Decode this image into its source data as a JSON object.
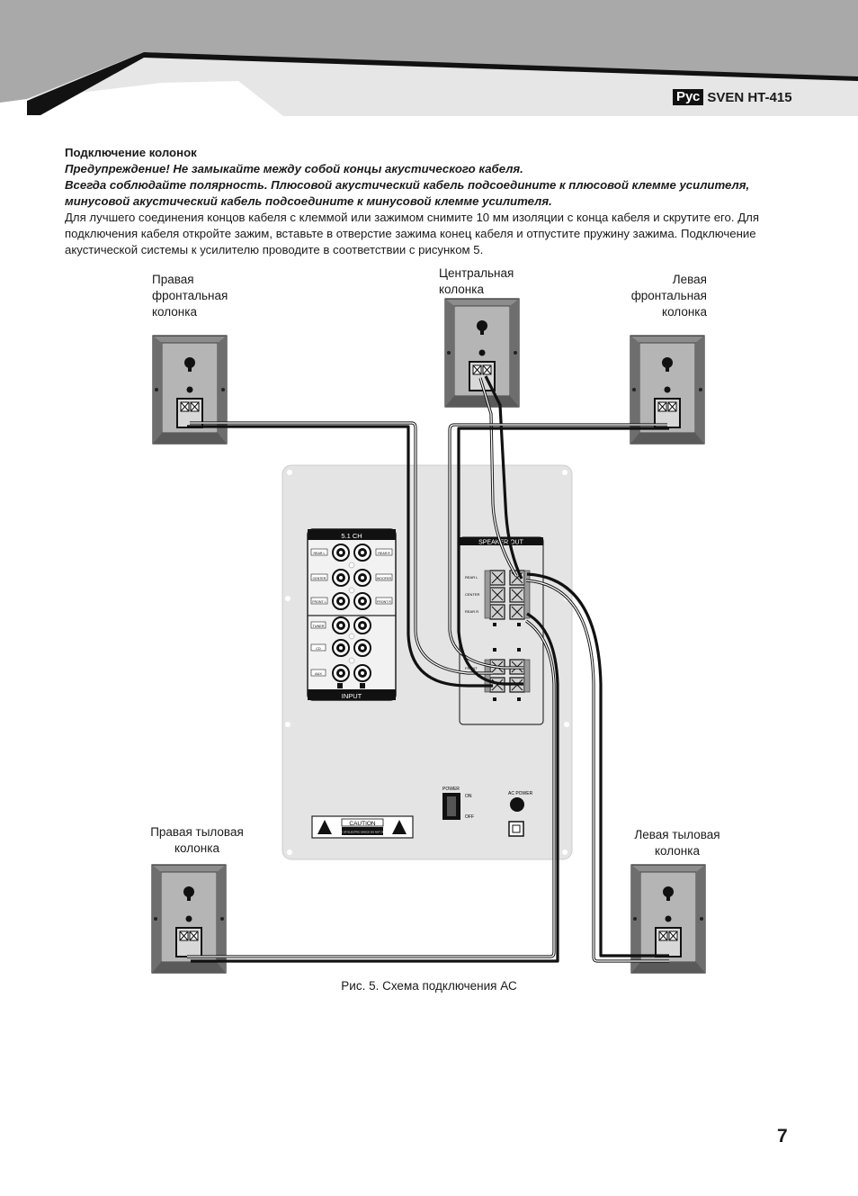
{
  "header": {
    "lang": "Рус",
    "title": "SVEN HT-415"
  },
  "section": {
    "heading": "Подключение колонок",
    "warning": "Предупреждение! Не замыкайте между собой концы акустического кабеля.",
    "polarity": "Всегда соблюдайте полярность. Плюсовой акустический кабель подсоедините к плюсовой клемме усилителя, минусовой акустический кабель подсоедините к минусовой клемме усилителя.",
    "body": "Для лучшего соединения концов кабеля с клеммой или зажимом снимите 10 мм изоляции с конца кабеля и скрутите его. Для подключения кабеля откройте зажим, вставьте в отверстие зажима конец кабеля и отпустите пружину зажима. Подключение акустической системы к усилителю проводите в соответствии с рисунком 5."
  },
  "diagram": {
    "labels": {
      "front_right": "Правая фронтальная колонка",
      "center": "Центральная колонка",
      "front_left": "Левая фронтальная колонка",
      "rear_right": "Правая тыловая колонка",
      "rear_left": "Левая тыловая колонка"
    },
    "panel": {
      "input_51_title": "5.1 CH",
      "input_title": "INPUT",
      "speaker_out_title": "SPEAKER OUT",
      "input_jacks": [
        "REAR L",
        "REAR R",
        "CENTER",
        "WOOFER",
        "FRONT L",
        "FRONT R"
      ],
      "aux_inputs": [
        "TUNER",
        "CD",
        "AUX"
      ],
      "out_rows": [
        "REAR L",
        "CENTER",
        "REAR R",
        "FRONT"
      ],
      "power_label": "POWER",
      "on_label": "ON",
      "off_label": "OFF",
      "ac_power_label": "AC POWER",
      "caution_label": "CAUTION",
      "caution_text": "RISK OF ELECTRIC SHOCK DO NOT OPEN"
    },
    "colors": {
      "header_gray": "#a9a9a9",
      "panel_gray": "#e4e4e4",
      "speaker_gray": "#9d9d9d"
    }
  },
  "caption": "Рис. 5. Схема подключения АС",
  "page_number": "7"
}
